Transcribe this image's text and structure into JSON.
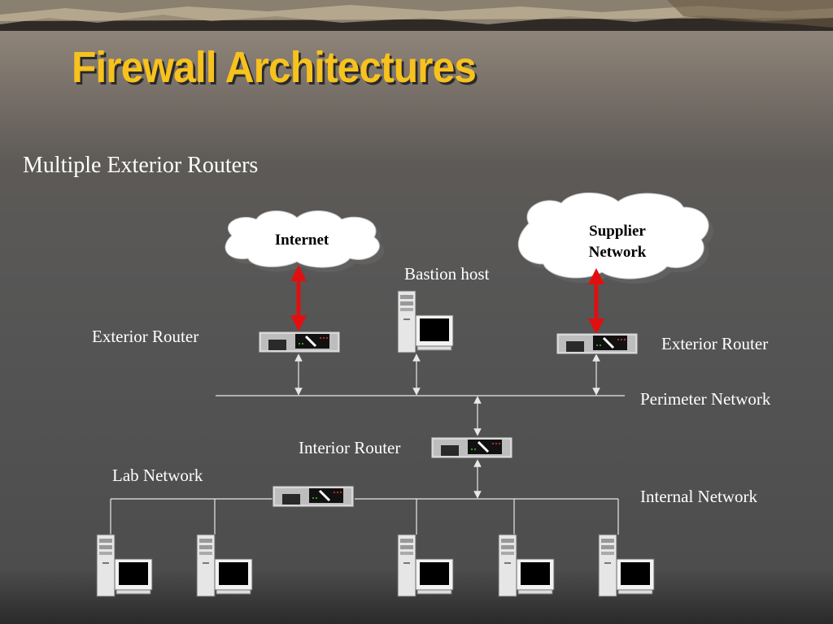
{
  "slide": {
    "title": "Firewall Architectures",
    "subtitle": "Multiple Exterior Routers"
  },
  "diagram": {
    "clouds": {
      "internet": "Internet",
      "supplier_line1": "Supplier",
      "supplier_line2": "Network"
    },
    "labels": {
      "bastion_host": "Bastion host",
      "exterior_router_left": "Exterior Router",
      "exterior_router_right": "Exterior Router",
      "perimeter_network": "Perimeter Network",
      "interior_router": "Interior Router",
      "lab_network": "Lab Network",
      "internal_network": "Internal Network"
    }
  },
  "colors": {
    "title": "#f7c21d",
    "arrow_red": "#e01010",
    "line": "#e8e8e8"
  }
}
